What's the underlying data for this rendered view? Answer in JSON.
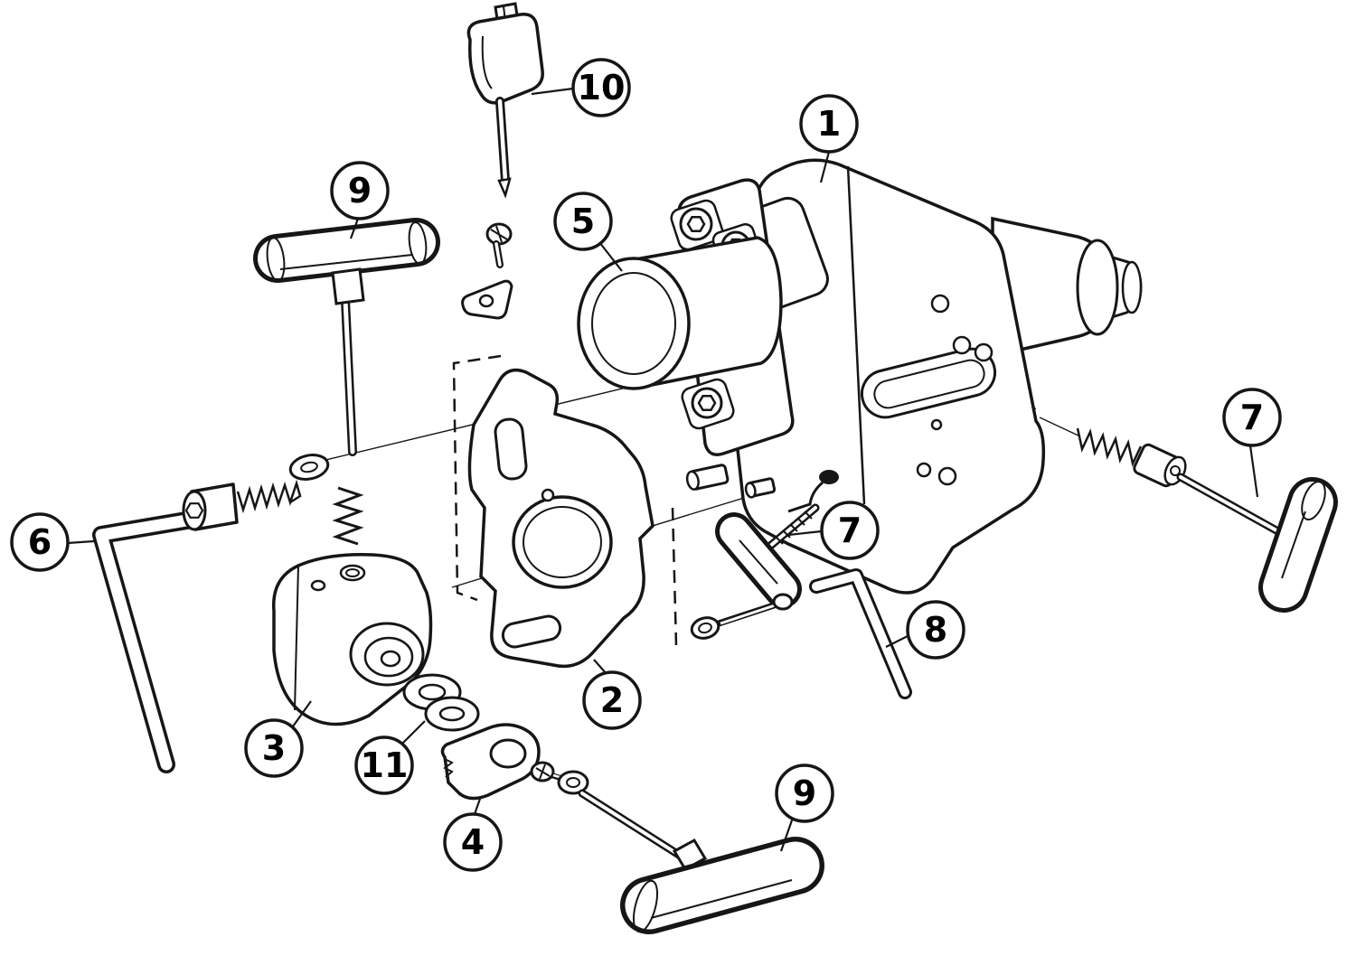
{
  "diagram": {
    "kind": "exploded-assembly-view",
    "colors": {
      "line": "#161616",
      "background": "#ffffff",
      "balloon_fill": "#ffffff"
    },
    "callouts": [
      {
        "id": "callout-1",
        "label": "1"
      },
      {
        "id": "callout-2",
        "label": "2"
      },
      {
        "id": "callout-3",
        "label": "3"
      },
      {
        "id": "callout-4",
        "label": "4"
      },
      {
        "id": "callout-5",
        "label": "5"
      },
      {
        "id": "callout-6",
        "label": "6"
      },
      {
        "id": "callout-7-mid",
        "label": "7"
      },
      {
        "id": "callout-7-right",
        "label": "7"
      },
      {
        "id": "callout-8",
        "label": "8"
      },
      {
        "id": "callout-9-top",
        "label": "9"
      },
      {
        "id": "callout-9-bottom",
        "label": "9"
      },
      {
        "id": "callout-10",
        "label": "10"
      },
      {
        "id": "callout-11",
        "label": "11"
      }
    ]
  }
}
